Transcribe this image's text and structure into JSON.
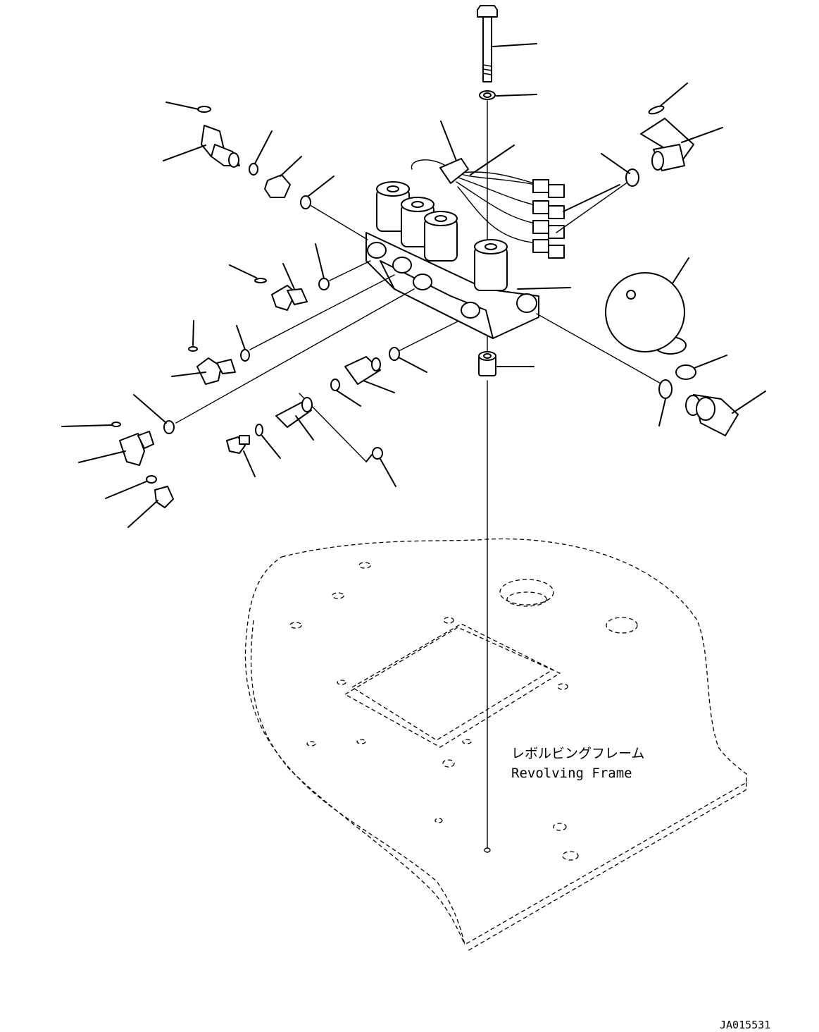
{
  "frame_label_jp": "レボルビングフレーム",
  "frame_label_en": "Revolving Frame",
  "drawing_code": "JA015531",
  "icons": [
    "solenoid-valve-icon",
    "bolt-icon",
    "washer-icon",
    "elbow-fitting-icon",
    "o-ring-icon",
    "plug-icon",
    "accumulator-icon",
    "spacer-icon",
    "connector-icon"
  ]
}
